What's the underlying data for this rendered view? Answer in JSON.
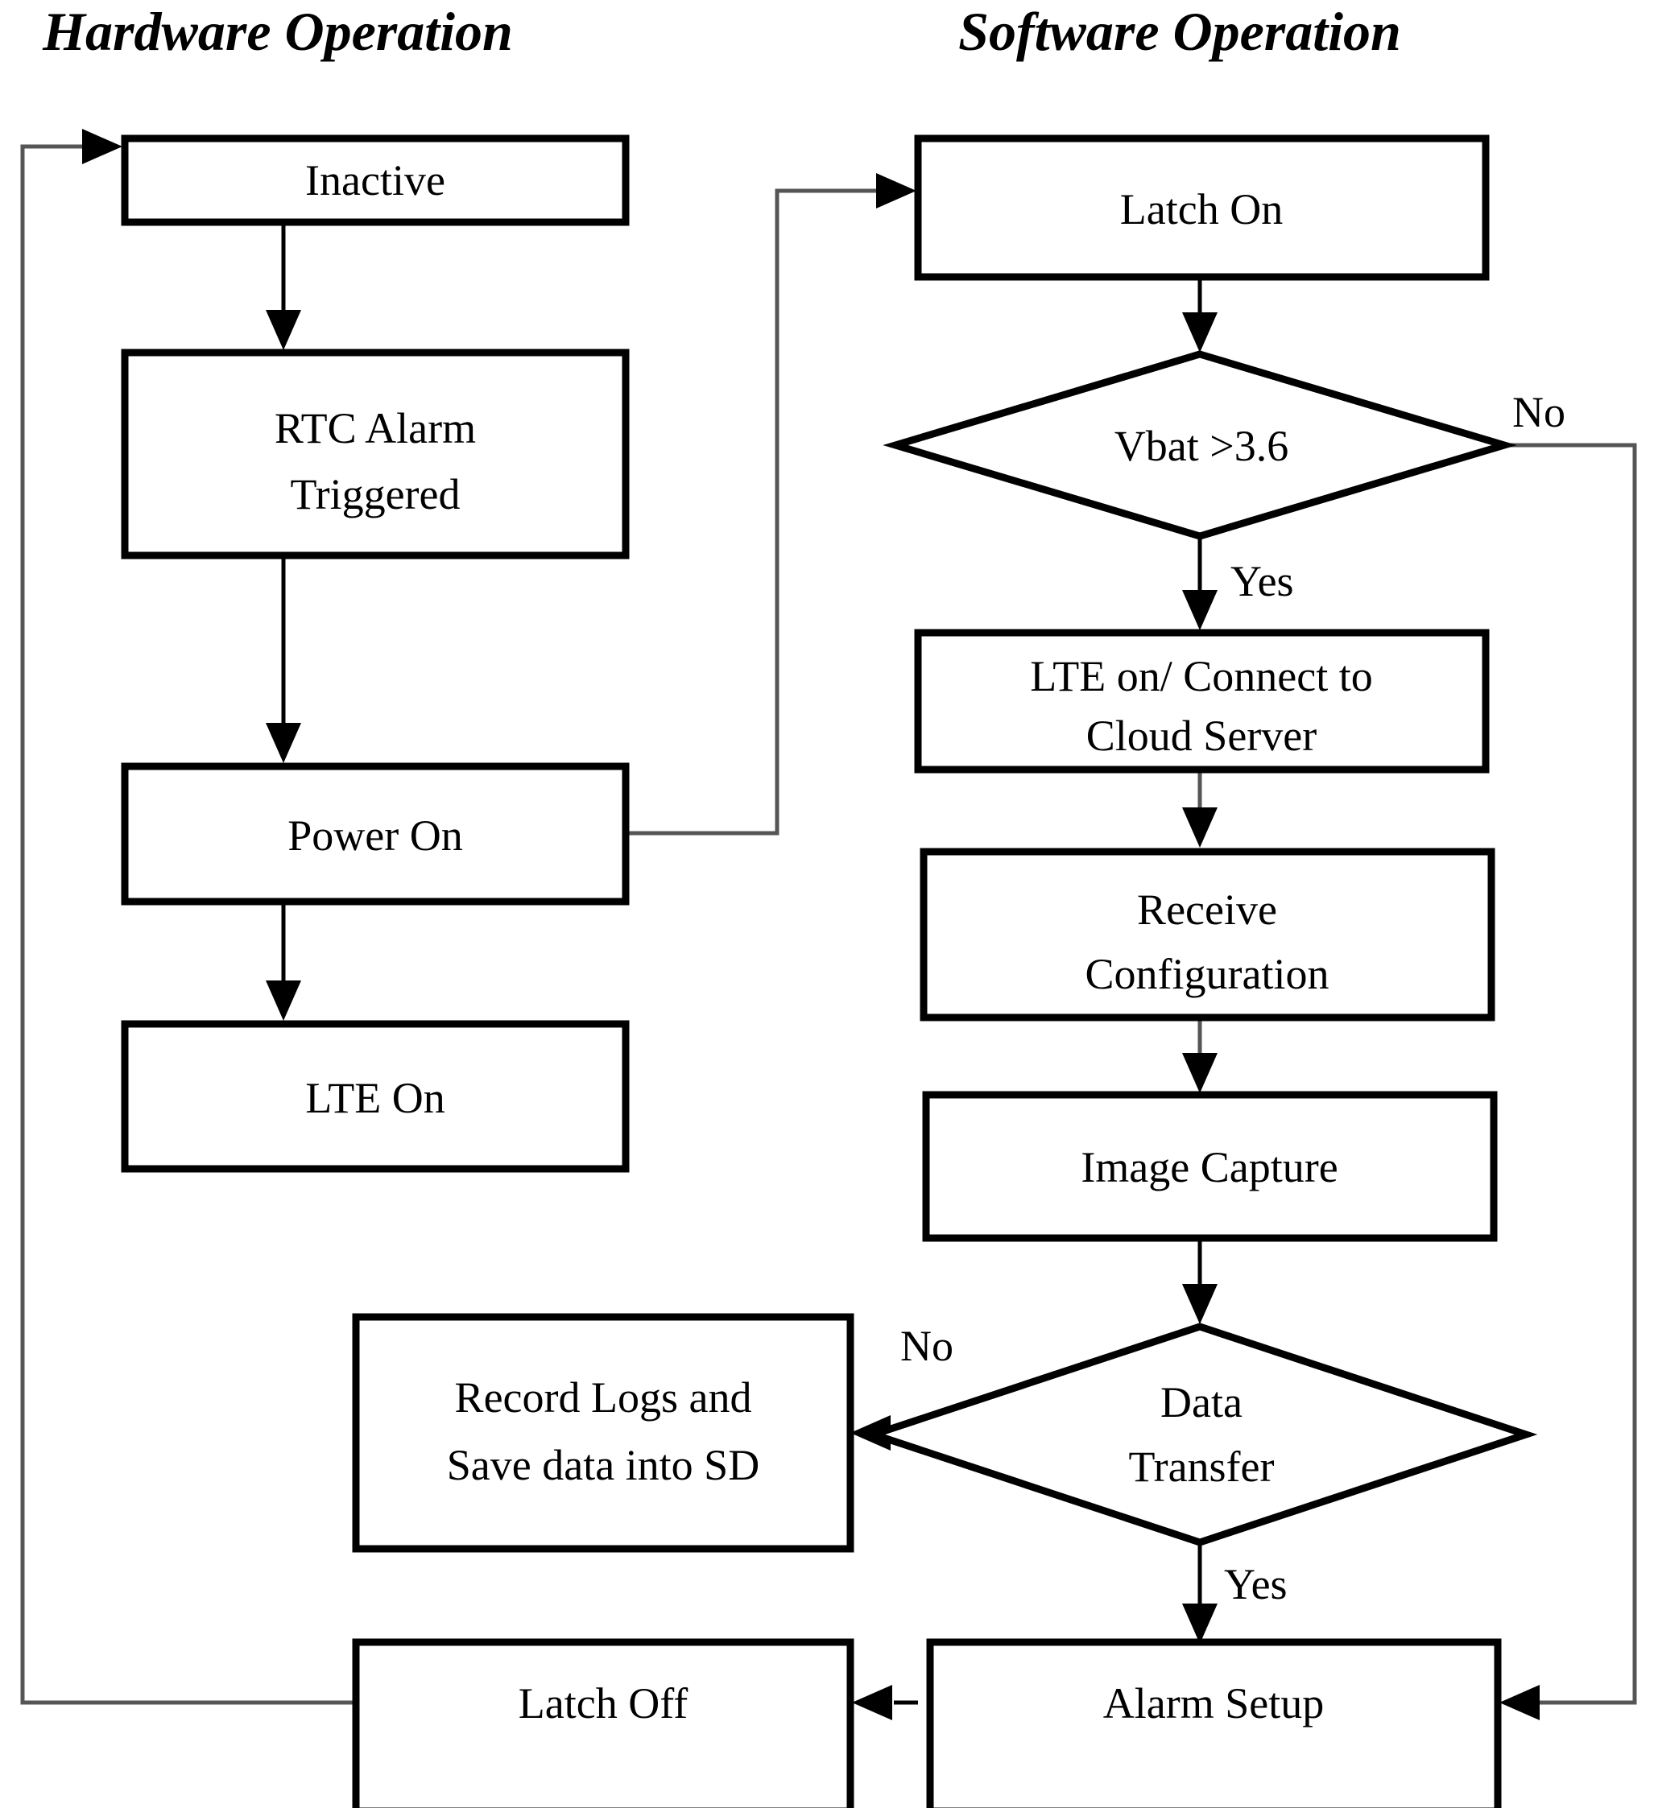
{
  "diagram": {
    "type": "flowchart",
    "columns": [
      {
        "id": "hardware",
        "title": "Hardware Operation"
      },
      {
        "id": "software",
        "title": "Software Operation"
      }
    ],
    "nodes": {
      "inactive": {
        "label": "Inactive",
        "shape": "process",
        "column": "hardware"
      },
      "rtc_alarm": {
        "line1": "RTC Alarm",
        "line2": "Triggered",
        "shape": "process",
        "column": "hardware"
      },
      "power_on": {
        "label": "Power On",
        "shape": "process",
        "column": "hardware"
      },
      "lte_on_hw": {
        "label": "LTE On",
        "shape": "process",
        "column": "hardware"
      },
      "record_logs": {
        "line1": "Record Logs and",
        "line2": "Save data into SD",
        "shape": "process",
        "column": "hardware"
      },
      "latch_off": {
        "label": "Latch Off",
        "shape": "process",
        "column": "hardware"
      },
      "latch_on": {
        "label": "Latch On",
        "shape": "process",
        "column": "software"
      },
      "vbat_check": {
        "label": "Vbat >3.6",
        "shape": "decision",
        "column": "software"
      },
      "lte_connect": {
        "line1": "LTE on/ Connect to",
        "line2": "Cloud Server",
        "shape": "process",
        "column": "software"
      },
      "receive_config": {
        "line1": "Receive",
        "line2": "Configuration",
        "shape": "process",
        "column": "software"
      },
      "image_capture": {
        "label": "Image  Capture",
        "shape": "process",
        "column": "software"
      },
      "data_transfer": {
        "line1": "Data",
        "line2": "Transfer",
        "shape": "decision",
        "column": "software"
      },
      "alarm_setup": {
        "label": "Alarm Setup",
        "shape": "process",
        "column": "software"
      }
    },
    "edge_labels": {
      "vbat_no": "No",
      "vbat_yes": "Yes",
      "transfer_no": "No",
      "transfer_yes": "Yes"
    },
    "edges": [
      {
        "from": "inactive",
        "to": "rtc_alarm"
      },
      {
        "from": "rtc_alarm",
        "to": "power_on"
      },
      {
        "from": "power_on",
        "to": "lte_on_hw"
      },
      {
        "from": "power_on",
        "to": "latch_on"
      },
      {
        "from": "latch_on",
        "to": "vbat_check"
      },
      {
        "from": "vbat_check",
        "to": "lte_connect",
        "label": "Yes"
      },
      {
        "from": "vbat_check",
        "to": "alarm_setup",
        "label": "No"
      },
      {
        "from": "lte_connect",
        "to": "receive_config"
      },
      {
        "from": "receive_config",
        "to": "image_capture"
      },
      {
        "from": "image_capture",
        "to": "data_transfer"
      },
      {
        "from": "data_transfer",
        "to": "record_logs",
        "label": "No"
      },
      {
        "from": "data_transfer",
        "to": "alarm_setup",
        "label": "Yes"
      },
      {
        "from": "alarm_setup",
        "to": "latch_off"
      },
      {
        "from": "latch_off",
        "to": "inactive"
      }
    ],
    "colors": {
      "stroke": "#000000",
      "fill": "#ffffff",
      "background": "#ffffff"
    }
  }
}
